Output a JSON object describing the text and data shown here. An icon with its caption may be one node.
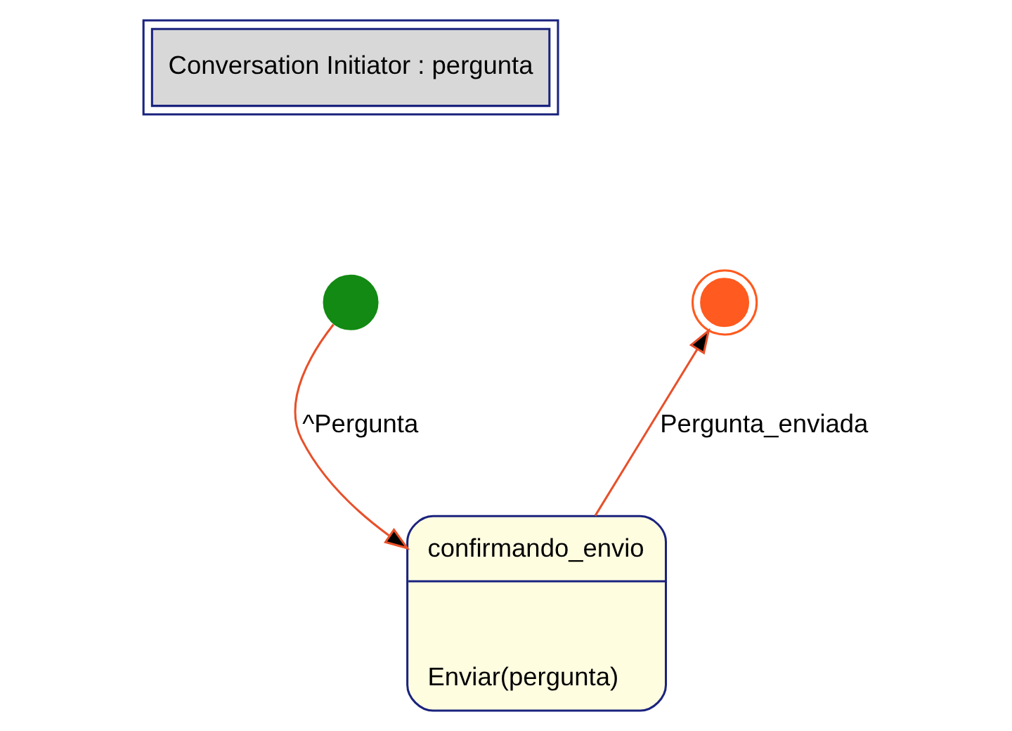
{
  "diagram": {
    "nodes": [
      {
        "text": [
          "Conversation Initiator : pergunta"
        ]
      },
      {
        "text": [],
        "shape": "circle"
      },
      {
        "text": [
          "confirmando_envio",
          "Enviar(pergunta)"
        ]
      },
      {
        "text": [],
        "shape": "circle"
      }
    ],
    "edges": [
      {
        "from": 1,
        "to": 2,
        "arrow": "to",
        "label": "^Pergunta"
      },
      {
        "from": 2,
        "to": 3,
        "arrow": "to",
        "label": "Pergunta_enviada"
      }
    ]
  }
}
